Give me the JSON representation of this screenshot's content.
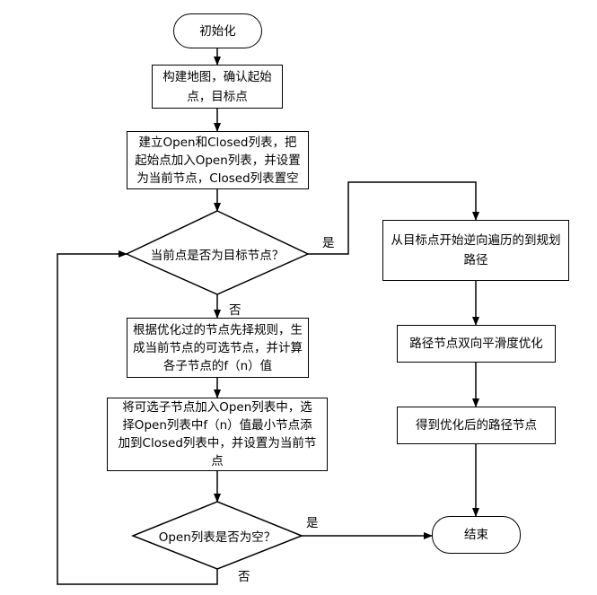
{
  "nodes": {
    "start": "初始化",
    "build_map": "构建地图，确认起始点，目标点",
    "init_lists": "建立Open和Closed列表，把起始点加入Open列表，并设置为当前节点，Closed列表置空",
    "is_goal": "当前点是否为目标节点？",
    "select_children": "根据优化过的节点先择规则，生成当前节点的可选节点，并计算各子节点的f（n）值",
    "add_open": "将可选子节点加入Open列表中，选择Open列表中f（n）值最小节点添加到Closed列表中，并设置为当前节点",
    "open_empty": "Open列表是否为空？",
    "trace_back": "从目标点开始逆向遍历的到规划路径",
    "smooth": "路径节点双向平滑度优化",
    "get_nodes": "得到优化后的路径节点",
    "end": "结束"
  },
  "labels": {
    "yes_goal": "是",
    "no_goal": "否",
    "yes_empty": "是",
    "no_empty": "否"
  }
}
